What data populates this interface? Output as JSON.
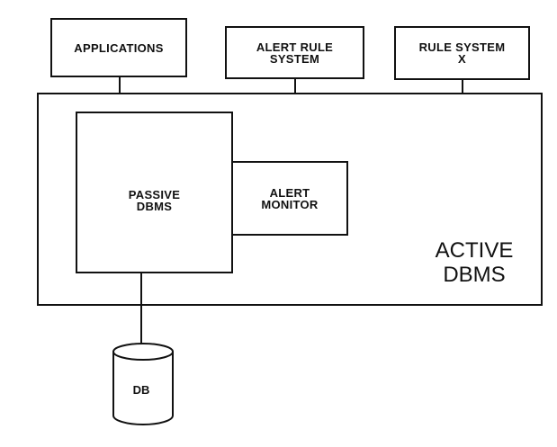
{
  "diagram": {
    "top_boxes": [
      {
        "label": "APPLICATIONS"
      },
      {
        "label": "ALERT RULE\nSYSTEM"
      },
      {
        "label": "RULE SYSTEM\nX"
      }
    ],
    "active_dbms": {
      "label": "ACTIVE\nDBMS"
    },
    "passive_dbms": {
      "label": "PASSIVE\nDBMS"
    },
    "alert_monitor": {
      "label": "ALERT\nMONITOR"
    },
    "database": {
      "label": "DB"
    }
  }
}
